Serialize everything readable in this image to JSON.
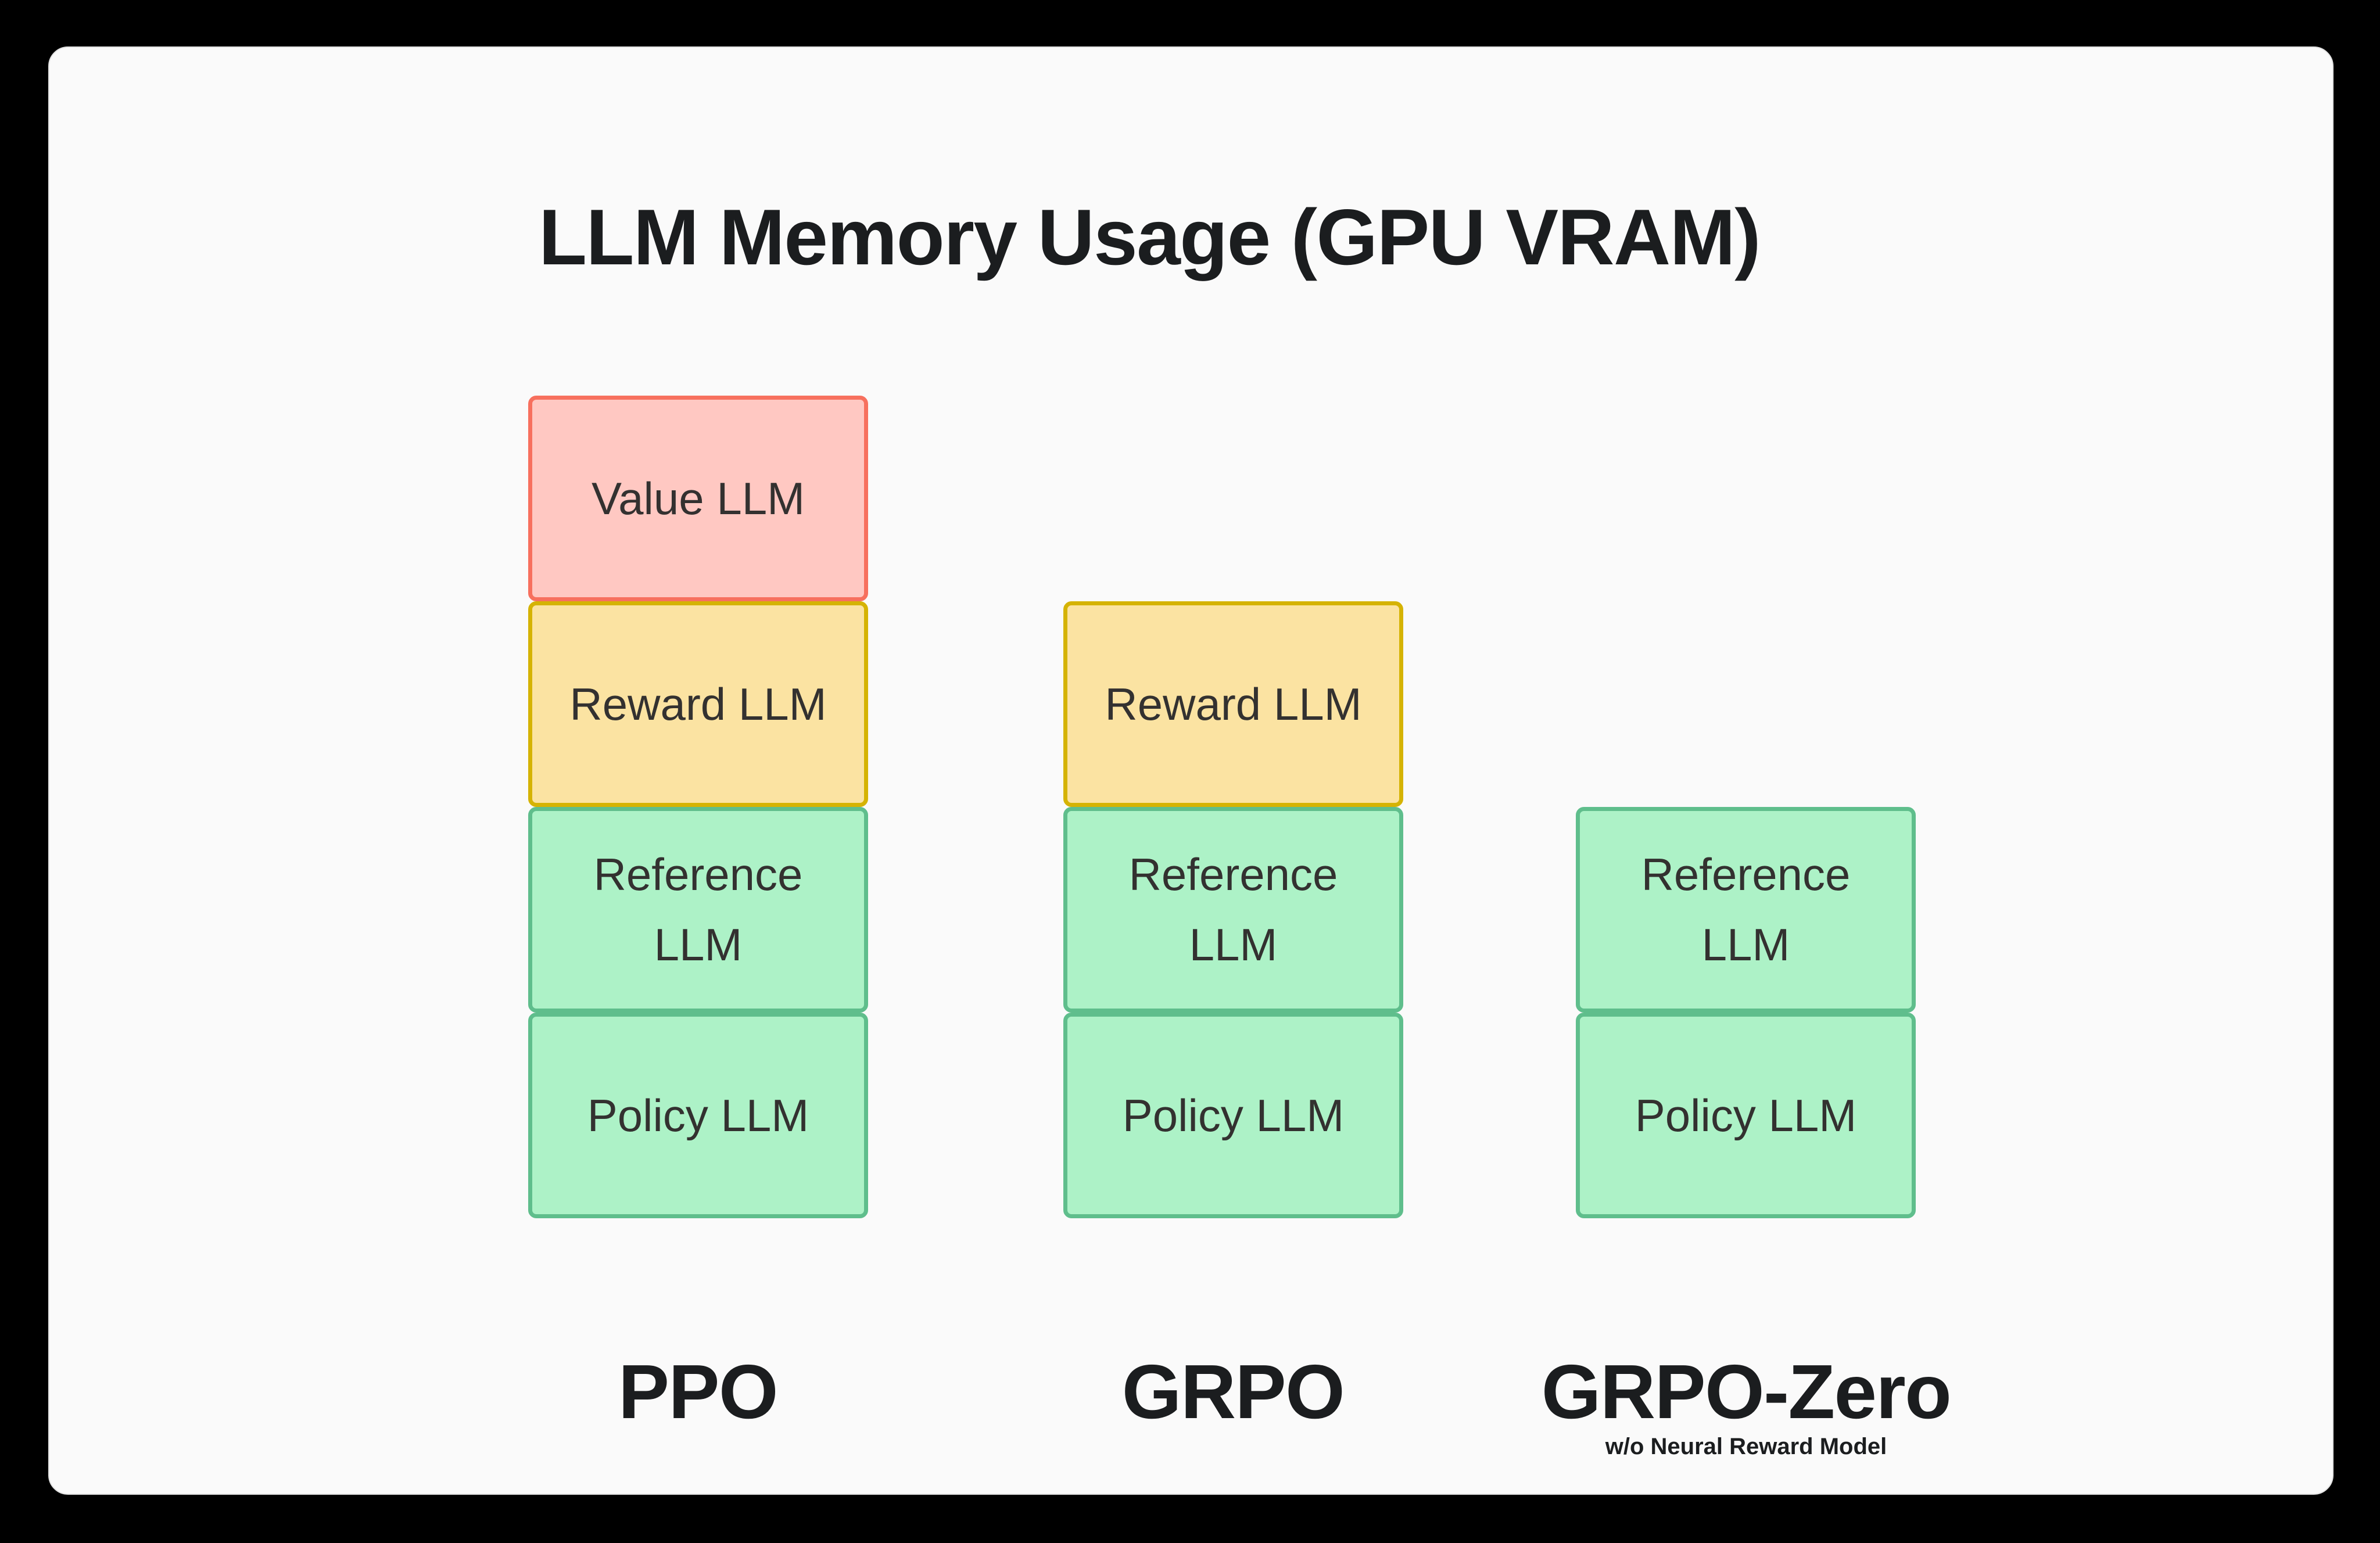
{
  "title": "LLM Memory Usage (GPU VRAM)",
  "colors": {
    "page_bg": "#000000",
    "card_bg": "#FAFAFA",
    "card_border": "#E3E3E3",
    "red_fill": "#FFC8C2",
    "red_border": "#F7705E",
    "yellow_fill": "#FBE3A2",
    "yellow_border": "#D5B303",
    "green_fill": "#ADF2C7",
    "green_border": "#5FBE8C",
    "block_text": "#333130",
    "label_text": "#1B1D1F"
  },
  "columns": [
    {
      "label": "PPO",
      "sublabel": "",
      "blocks": [
        {
          "label": "Value LLM",
          "color": "red"
        },
        {
          "label": "Reward LLM",
          "color": "yellow"
        },
        {
          "label": "Reference LLM",
          "color": "green"
        },
        {
          "label": "Policy LLM",
          "color": "green"
        }
      ]
    },
    {
      "label": "GRPO",
      "sublabel": "",
      "blocks": [
        {
          "label": "Reward LLM",
          "color": "yellow"
        },
        {
          "label": "Reference LLM",
          "color": "green"
        },
        {
          "label": "Policy LLM",
          "color": "green"
        }
      ]
    },
    {
      "label": "GRPO-Zero",
      "sublabel": "w/o Neural Reward Model",
      "blocks": [
        {
          "label": "Reference LLM",
          "color": "green"
        },
        {
          "label": "Policy LLM",
          "color": "green"
        }
      ]
    }
  ]
}
